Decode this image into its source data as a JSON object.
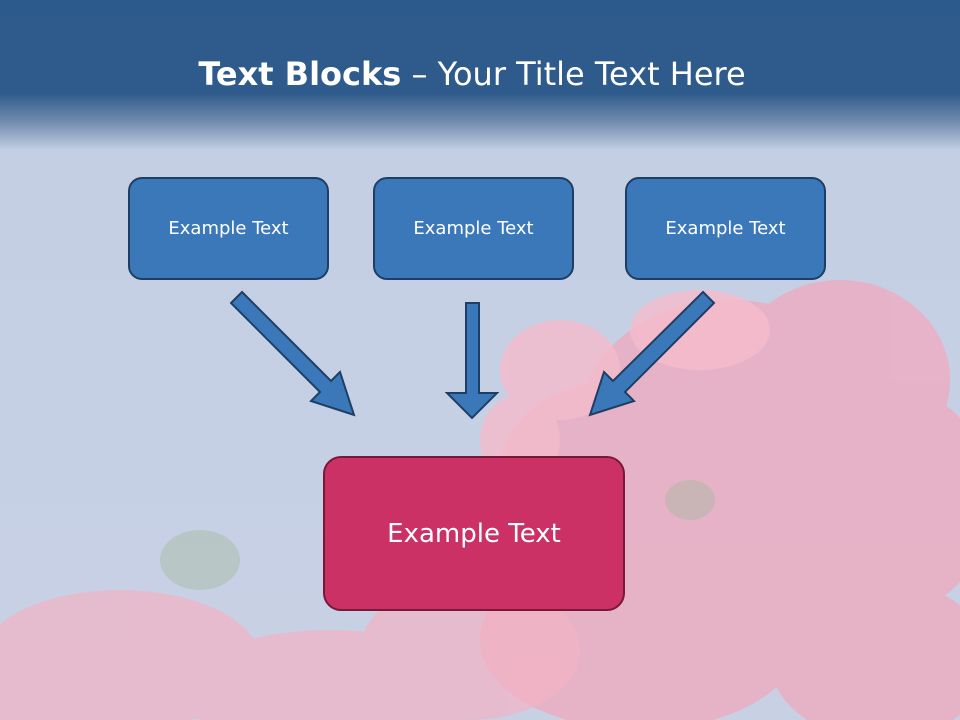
{
  "slide": {
    "title_bold": "Text Blocks",
    "title_rest": " – Your Title Text Here"
  },
  "blocks": {
    "top": [
      "Example Text",
      "Example Text",
      "Example Text"
    ],
    "main": "Example Text"
  },
  "colors": {
    "header": "#2d5a8c",
    "top_block_fill": "#3b78b9",
    "main_block_fill": "#cb3165",
    "arrow_fill": "#3b78b9",
    "background": "#c4cfe4"
  }
}
